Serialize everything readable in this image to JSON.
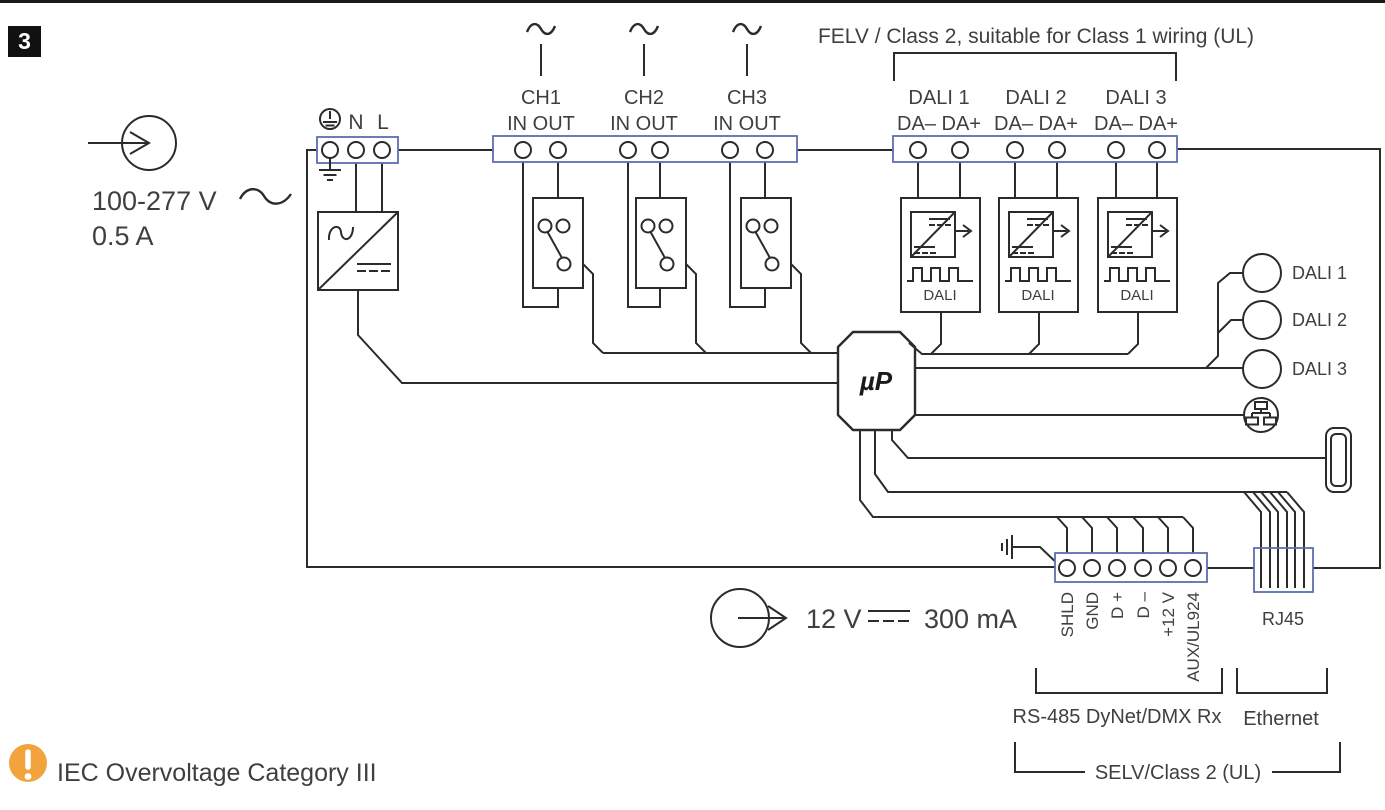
{
  "figure_number": "3",
  "colors": {
    "wire": "#2b2b2b",
    "terminal_block_blue": "#5c6fae",
    "text": "#3f3f3f",
    "warning_orange": "#f2a33c"
  },
  "power_input": {
    "voltage": "100-277 V",
    "current": "0.5 A"
  },
  "mains": {
    "neutral": "N",
    "line": "L"
  },
  "felv_note": "FELV / Class 2, suitable for Class 1 wiring (UL)",
  "channels": [
    {
      "name": "CH1",
      "io": "IN OUT"
    },
    {
      "name": "CH2",
      "io": "IN OUT"
    },
    {
      "name": "CH3",
      "io": "IN OUT"
    }
  ],
  "dali_buses": [
    {
      "name": "DALI 1",
      "terminals": "DA– DA+"
    },
    {
      "name": "DALI 2",
      "terminals": "DA– DA+"
    },
    {
      "name": "DALI 3",
      "terminals": "DA– DA+"
    }
  ],
  "dali_driver_label": "DALI",
  "mcu_label": "µP",
  "indicators": [
    "DALI 1",
    "DALI 2",
    "DALI 3"
  ],
  "aux_supply": {
    "voltage": "12 V",
    "current": "300 mA"
  },
  "io_terminals": [
    "SHLD",
    "GND",
    "D +",
    "D –",
    "+12 V",
    "AUX/UL924"
  ],
  "rj45_label": "RJ45",
  "rs485_label": "RS-485 DyNet/DMX Rx",
  "ethernet_label": "Ethernet",
  "selv_label": "SELV/Class 2 (UL)",
  "warning": "IEC Overvoltage Category III"
}
